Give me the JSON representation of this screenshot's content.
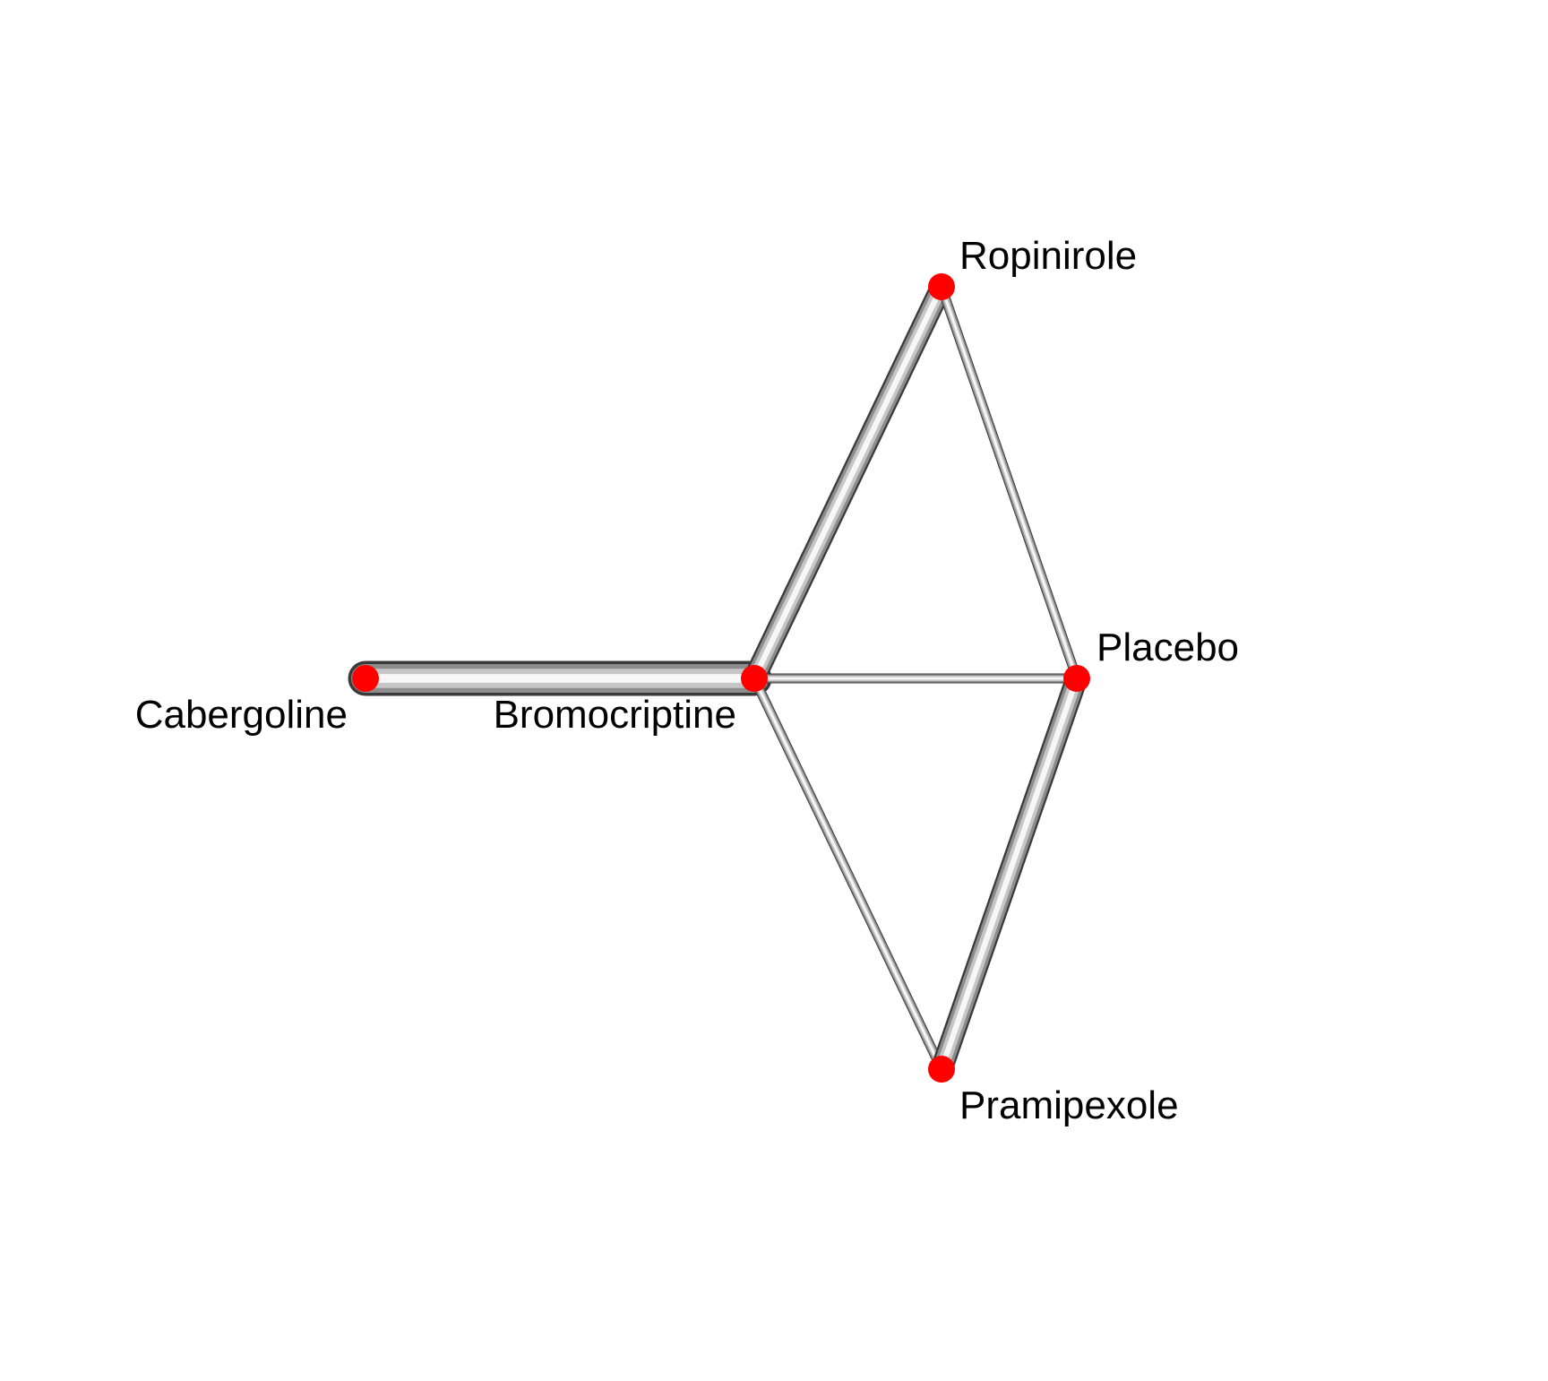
{
  "network": {
    "node_color": "#FF0000",
    "edge_color": "#9A9A9A",
    "nodes": [
      {
        "id": "bromocriptine",
        "label": "Bromocriptine"
      },
      {
        "id": "cabergoline",
        "label": "Cabergoline"
      },
      {
        "id": "placebo",
        "label": "Placebo"
      },
      {
        "id": "pramipexole",
        "label": "Pramipexole"
      },
      {
        "id": "ropinirole",
        "label": "Ropinirole"
      }
    ],
    "edges": [
      {
        "from": "cabergoline",
        "to": "bromocriptine",
        "weight": 5
      },
      {
        "from": "bromocriptine",
        "to": "ropinirole",
        "weight": 3
      },
      {
        "from": "bromocriptine",
        "to": "placebo",
        "weight": 1
      },
      {
        "from": "bromocriptine",
        "to": "pramipexole",
        "weight": 1
      },
      {
        "from": "ropinirole",
        "to": "placebo",
        "weight": 1
      },
      {
        "from": "placebo",
        "to": "pramipexole",
        "weight": 3
      }
    ]
  }
}
